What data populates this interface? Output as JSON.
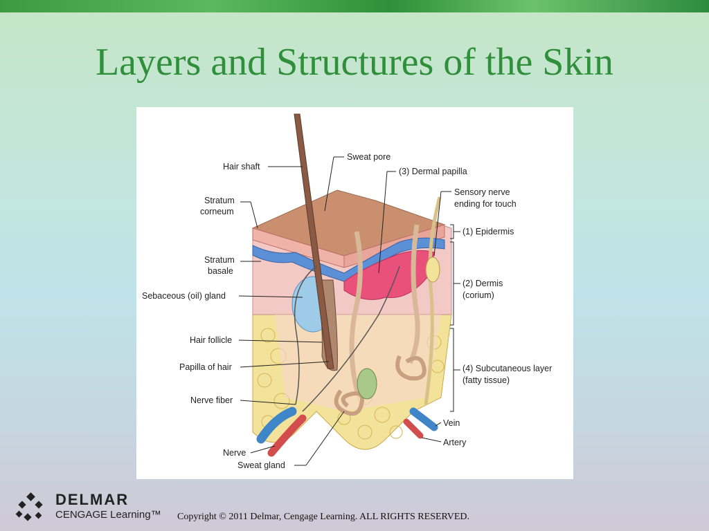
{
  "slide": {
    "title": "Layers and Structures of the Skin",
    "copyright": "Copyright © 2011 Delmar, Cengage Learning. ALL RIGHTS RESERVED."
  },
  "logo": {
    "line1": "DELMAR",
    "line2": "CENGAGE Learning™"
  },
  "figure": {
    "labels_left": {
      "hair_shaft": "Hair shaft",
      "stratum_corneum_1": "Stratum",
      "stratum_corneum_2": "corneum",
      "stratum_basale_1": "Stratum",
      "stratum_basale_2": "basale",
      "sebaceous_gland": "Sebaceous (oil) gland",
      "hair_follicle": "Hair follicle",
      "papilla_of_hair": "Papilla of hair",
      "nerve_fiber": "Nerve fiber",
      "nerve": "Nerve",
      "sweat_gland": "Sweat gland"
    },
    "labels_right": {
      "sweat_pore": "Sweat pore",
      "dermal_papilla": "(3) Dermal papilla",
      "sensory_nerve_1": "Sensory nerve",
      "sensory_nerve_2": "ending for touch",
      "epidermis": "(1) Epidermis",
      "dermis_1": "(2) Dermis",
      "dermis_2": "(corium)",
      "subcutaneous_1": "(4) Subcutaneous layer",
      "subcutaneous_2": "(fatty tissue)",
      "vein": "Vein",
      "artery": "Artery"
    }
  }
}
